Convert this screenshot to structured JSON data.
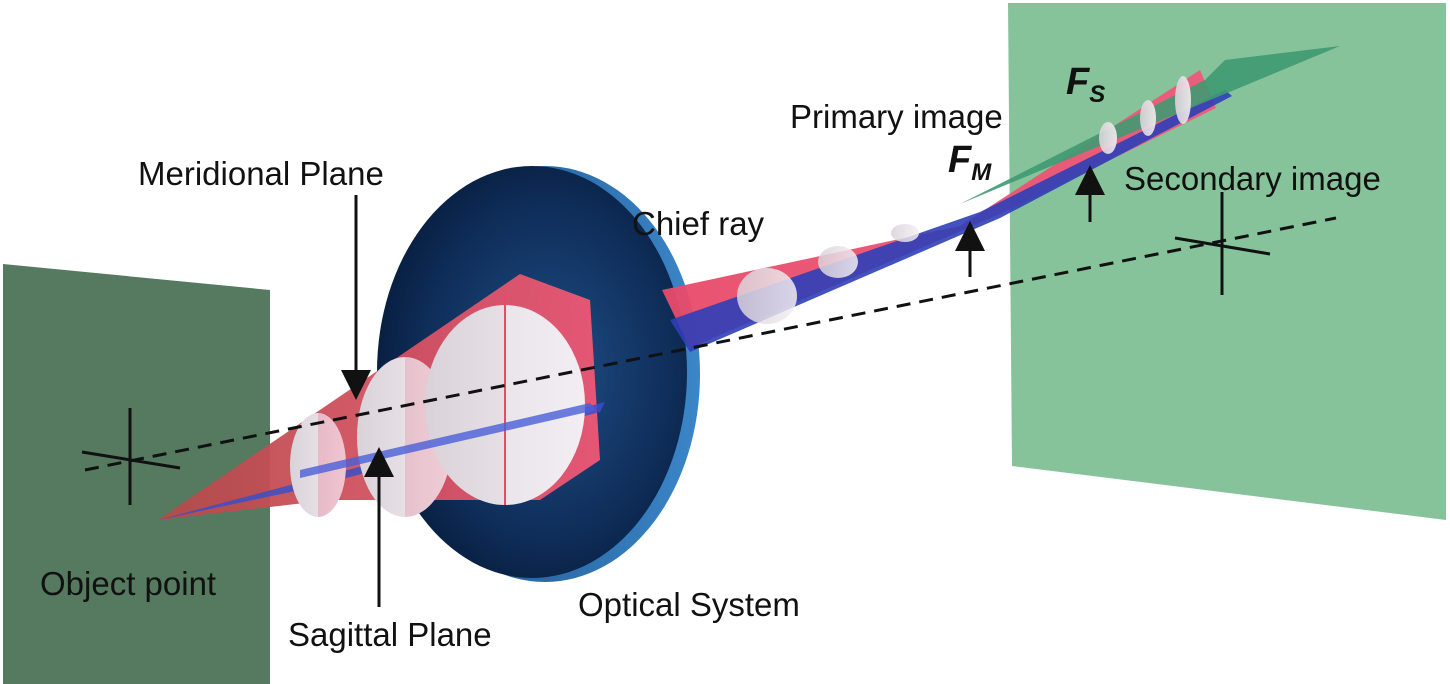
{
  "labels": {
    "meridional_plane": "Meridional Plane",
    "sagittal_plane": "Sagittal Plane",
    "object_point": "Object point",
    "optical_system": "Optical System",
    "chief_ray": "Chief ray",
    "primary_image": "Primary image",
    "secondary_image": "Secondary image",
    "focus_meridional_main": "F",
    "focus_meridional_sub": "M",
    "focus_sagittal_main": "F",
    "focus_sagittal_sub": "S"
  },
  "colors": {
    "object_plane": "#557a5f",
    "image_plane": "#86c29a",
    "lens_dark": "#0d2a52",
    "lens_rim": "#2f74b8",
    "ray_cone": "#e8506e",
    "sagittal_fan": "#3a4fc8",
    "cross_section": "#ece6ec",
    "ink": "#111111"
  }
}
